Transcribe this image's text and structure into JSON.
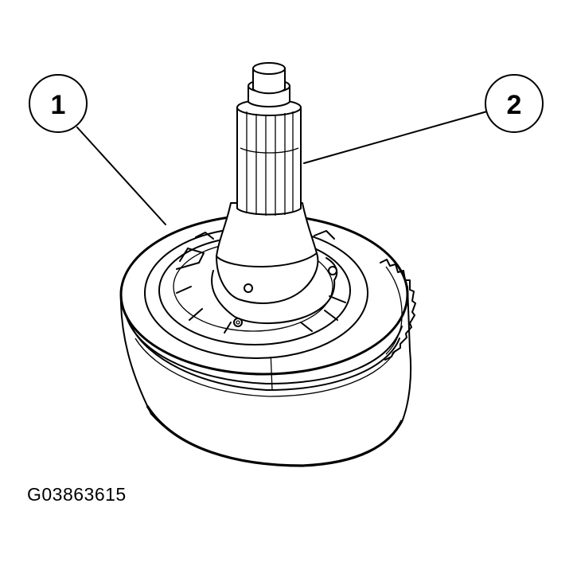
{
  "figure_id": "G03863615",
  "callouts": [
    {
      "number": "1"
    },
    {
      "number": "2"
    }
  ]
}
